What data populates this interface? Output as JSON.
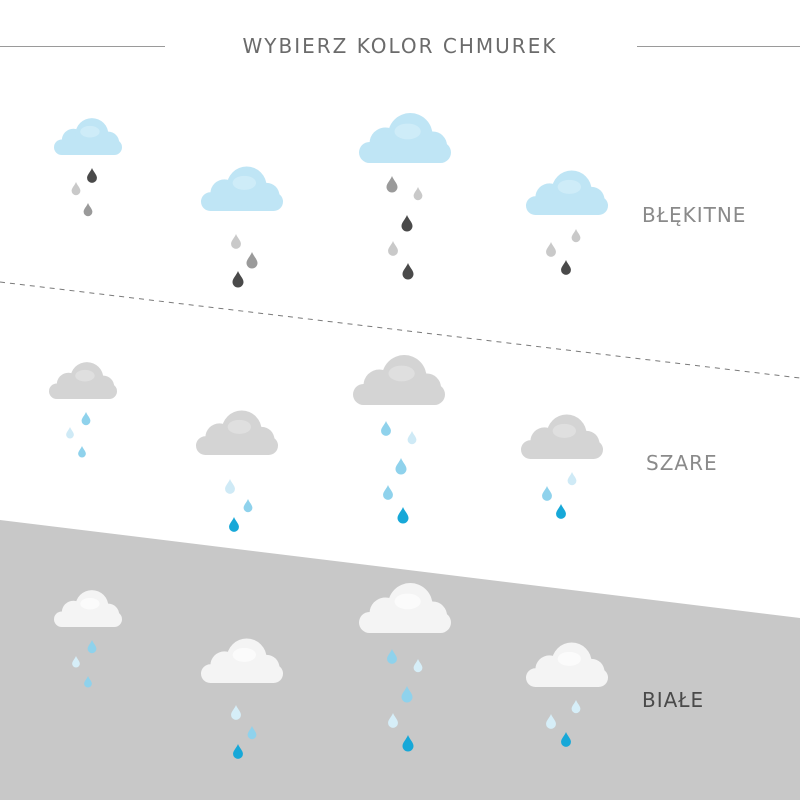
{
  "title": "WYBIERZ KOLOR CHMUREK",
  "sections": [
    {
      "label": "BŁĘKITNE",
      "cloud_color": "#bfe5f5",
      "cloud_shade": "#d8f0fa",
      "drop_colors": [
        "#c9c9c9",
        "#9a9a9a",
        "#4a4a4a"
      ]
    },
    {
      "label": "SZARE",
      "cloud_color": "#d4d4d4",
      "cloud_shade": "#e6e6e6",
      "drop_colors": [
        "#cfeaf6",
        "#8fd2ec",
        "#17a8d8"
      ]
    },
    {
      "label": "BIAŁE",
      "cloud_color": "#f4f4f4",
      "cloud_shade": "#ffffff",
      "drop_colors": [
        "#d6eef8",
        "#8fd2ec",
        "#17a8d8"
      ]
    }
  ],
  "colors": {
    "background": "#ffffff",
    "bottom_panel": "#c8c8c8",
    "divider": "#7a7a7a"
  }
}
